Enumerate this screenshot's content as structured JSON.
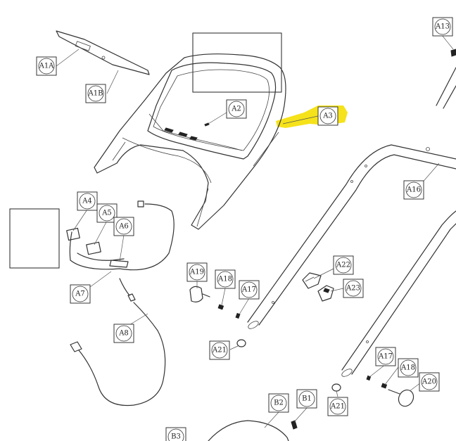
{
  "highlight_color": "#f5e21a",
  "callouts": {
    "A1A": "A1A",
    "A1B": "A1B",
    "A2": "A2",
    "A3": "A3",
    "A4": "A4",
    "A5": "A5",
    "A6": "A6",
    "A7": "A7",
    "A8": "A8",
    "A13": "A13",
    "A16": "A16",
    "A17a": "A17",
    "A17b": "A17",
    "A18a": "A18",
    "A18b": "A18",
    "A19": "A19",
    "A20": "A20",
    "A21a": "A21",
    "A21b": "A21",
    "A22": "A22",
    "A23": "A23",
    "B1": "B1",
    "B2": "B2",
    "B3": "B3"
  }
}
